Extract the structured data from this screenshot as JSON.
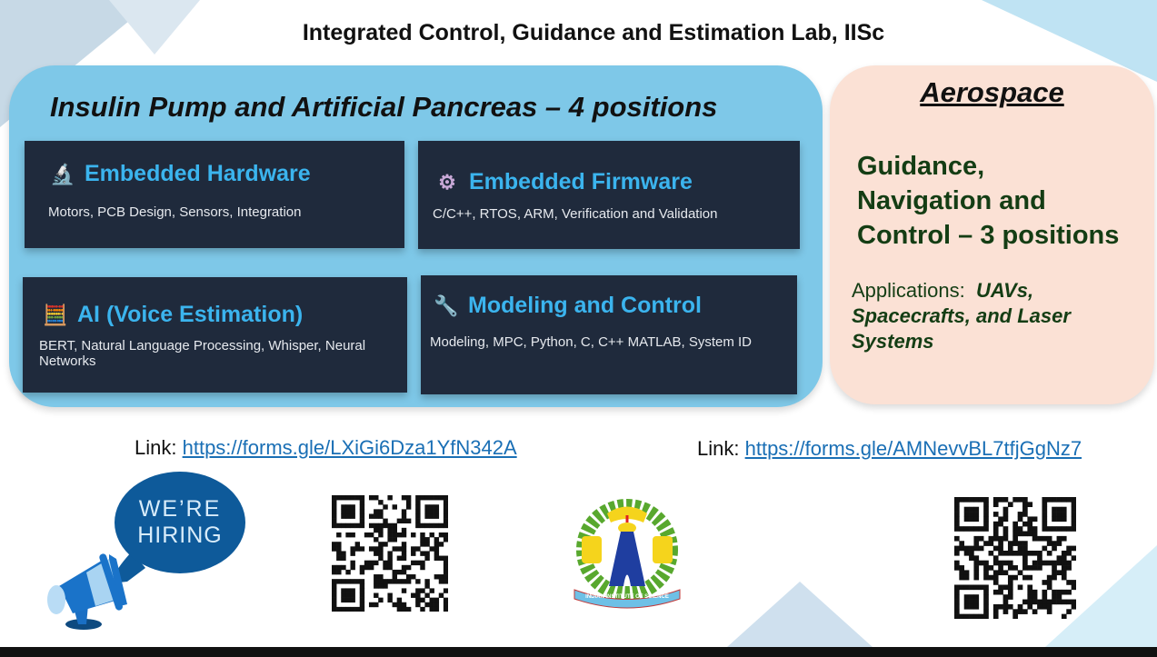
{
  "title": "Integrated Control, Guidance and Estimation Lab, IISc",
  "insulin": {
    "heading": "Insulin Pump and Artificial Pancreas – 4 positions",
    "cards": [
      {
        "icon": "microscope-icon",
        "title": "Embedded Hardware",
        "desc": "Motors, PCB Design, Sensors, Integration"
      },
      {
        "icon": "gear-icon",
        "title": "Embedded Firmware",
        "desc": "C/C++, RTOS, ARM, Verification and Validation"
      },
      {
        "icon": "abacus-icon",
        "title": "AI (Voice Estimation)",
        "desc": "BERT, Natural Language Processing, Whisper, Neural Networks"
      },
      {
        "icon": "wrench-icon",
        "title": "Modeling and Control",
        "desc": "Modeling, MPC, Python, C, C++ MATLAB, System ID"
      }
    ]
  },
  "aerospace": {
    "title": "Aerospace",
    "gnc_lines": [
      "Guidance,",
      "Navigation and",
      "Control – 3 positions"
    ],
    "apps_label": "Applications:",
    "apps_value": "UAVs, Spacecrafts, and Laser Systems"
  },
  "links": [
    {
      "label": "Link:",
      "url": "https://forms.gle/LXiGi6Dza1YfN342A"
    },
    {
      "label": "Link:",
      "url": "https://forms.gle/AMNevvBL7tfjGgNz7"
    }
  ],
  "hiring": {
    "line1": "WE’RE",
    "line2": "HIRING"
  },
  "logo_text": "INDIAN INSTITUTE OF SCIENCE",
  "colors": {
    "panel_blue": "#7ec8e8",
    "card_bg": "#1f2a3c",
    "card_title": "#3bb4ee",
    "panel_peach": "#fbe1d5",
    "green_text": "#143d14",
    "link": "#1a6fb5"
  }
}
